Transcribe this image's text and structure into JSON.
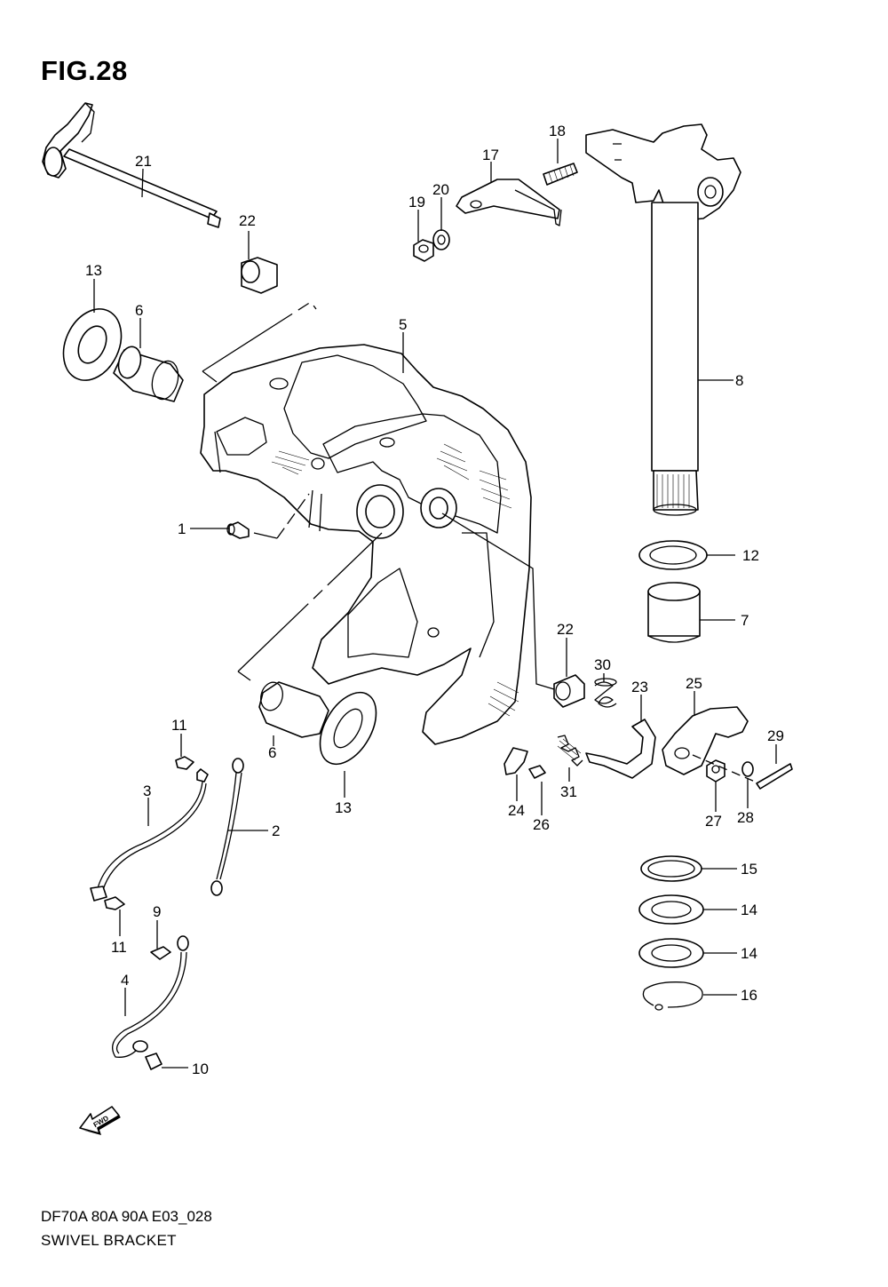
{
  "figure": {
    "title": "FIG.28"
  },
  "footer": {
    "model_code": "DF70A 80A 90A E03_028",
    "section_name": "SWIVEL BRACKET"
  },
  "arrow": {
    "label": "FWD"
  },
  "callouts": [
    "21",
    "22",
    "13",
    "6",
    "5",
    "17",
    "18",
    "19",
    "20",
    "8",
    "1",
    "12",
    "7",
    "22",
    "30",
    "23",
    "25",
    "29",
    "11",
    "3",
    "2",
    "6",
    "13",
    "24",
    "26",
    "31",
    "27",
    "28",
    "15",
    "14",
    "14",
    "16",
    "9",
    "11",
    "4",
    "10"
  ]
}
